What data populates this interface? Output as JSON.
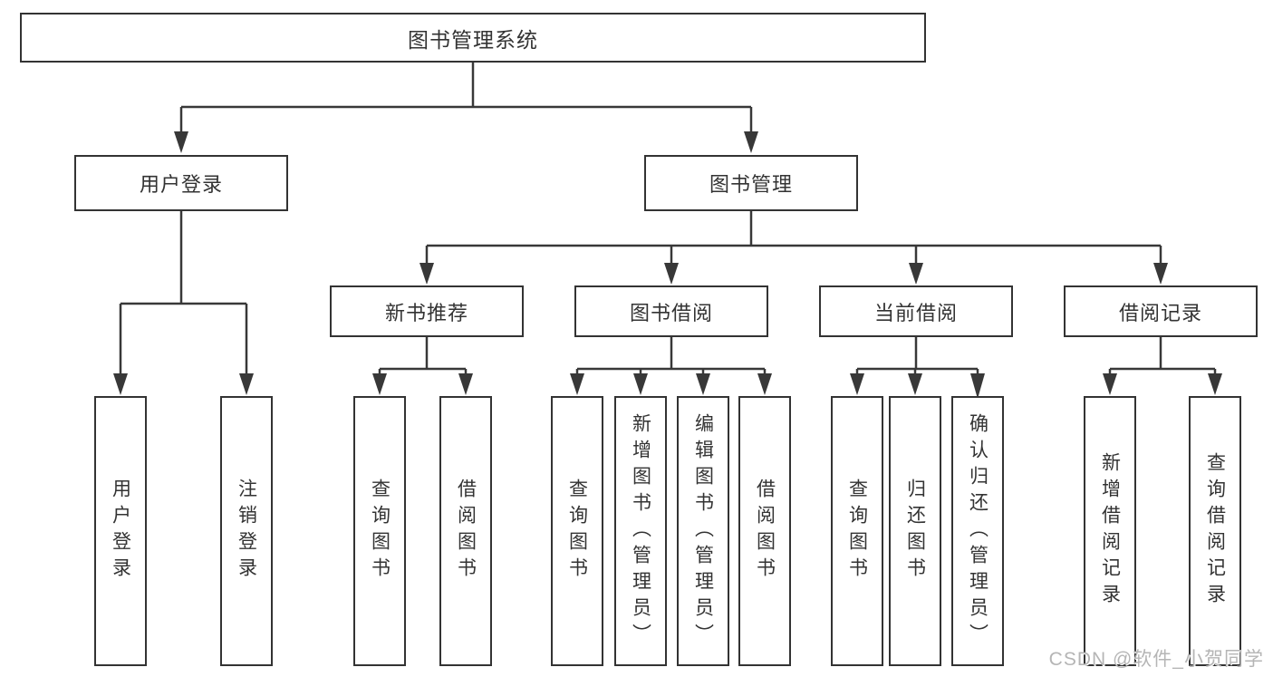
{
  "tree": {
    "root": "图书管理系统",
    "branches": [
      {
        "label": "用户登录",
        "children": [
          {
            "label": "用户登录"
          },
          {
            "label": "注销登录"
          }
        ]
      },
      {
        "label": "图书管理",
        "groups": [
          {
            "label": "新书推荐",
            "children": [
              {
                "label": "查询图书"
              },
              {
                "label": "借阅图书"
              }
            ]
          },
          {
            "label": "图书借阅",
            "children": [
              {
                "label": "查询图书"
              },
              {
                "label": "新增图书（管理员）"
              },
              {
                "label": "编辑图书（管理员）"
              },
              {
                "label": "借阅图书"
              }
            ]
          },
          {
            "label": "当前借阅",
            "children": [
              {
                "label": "查询图书"
              },
              {
                "label": "归还图书"
              },
              {
                "label": "确认归还（管理员）"
              }
            ]
          },
          {
            "label": "借阅记录",
            "children": [
              {
                "label": "新增借阅记录"
              },
              {
                "label": "查询借阅记录"
              }
            ]
          }
        ]
      }
    ]
  },
  "watermark": "CSDN @软件_小贺同学",
  "colors": {
    "line": "#383838",
    "text": "#333333",
    "background": "#ffffff",
    "watermark": "#b5b5b5"
  }
}
